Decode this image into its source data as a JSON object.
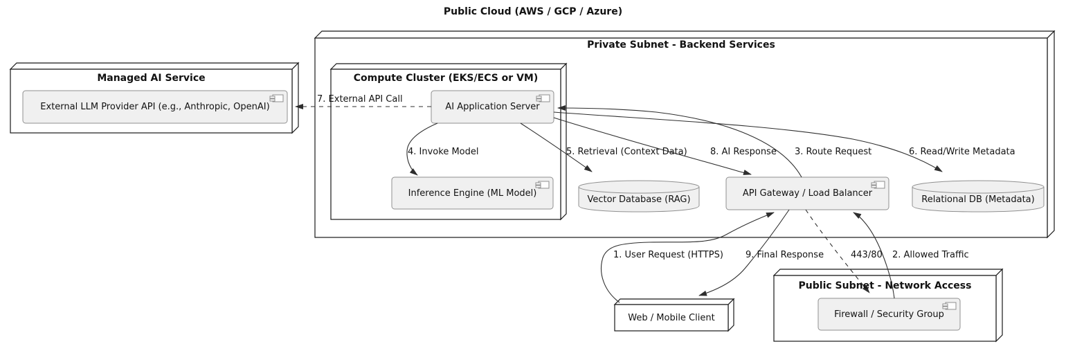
{
  "title": "Public Cloud (AWS / GCP / Azure)",
  "nodes": {
    "managed_ai": {
      "label": "Managed AI Service"
    },
    "private_subnet": {
      "label": "Private Subnet - Backend Services"
    },
    "compute_cluster": {
      "label": "Compute Cluster (EKS/ECS or VM)"
    },
    "public_subnet": {
      "label": "Public Subnet - Network Access"
    },
    "web_client": {
      "label": "Web / Mobile Client"
    }
  },
  "components": {
    "llm_api": {
      "label": "External LLM Provider API (e.g., Anthropic, OpenAI)"
    },
    "app_server": {
      "label": "AI Application Server"
    },
    "inference_engine": {
      "label": "Inference Engine (ML Model)"
    },
    "api_gateway": {
      "label": "API Gateway / Load Balancer"
    },
    "firewall": {
      "label": "Firewall / Security Group"
    }
  },
  "databases": {
    "vector_db": {
      "label": "Vector Database (RAG)"
    },
    "relational_db": {
      "label": "Relational DB (Metadata)"
    }
  },
  "edges": {
    "user_request": {
      "label": "1. User Request (HTTPS)"
    },
    "allowed_traffic": {
      "label": "2. Allowed Traffic"
    },
    "route_request": {
      "label": "3. Route Request"
    },
    "invoke_model": {
      "label": "4. Invoke Model"
    },
    "retrieval": {
      "label": "5. Retrieval (Context Data)"
    },
    "read_write_metadata": {
      "label": "6. Read/Write Metadata"
    },
    "external_api_call": {
      "label": "7. External API Call"
    },
    "ai_response": {
      "label": "8. AI Response"
    },
    "final_response": {
      "label": "9. Final Response"
    },
    "port": {
      "label": "443/80"
    }
  },
  "colors": {
    "background": "#ffffff",
    "node_border": "#181818",
    "component_fill": "#f0f0f0",
    "component_border": "#8f8f8f",
    "edge": "#2e2e2e",
    "text": "#121212"
  }
}
